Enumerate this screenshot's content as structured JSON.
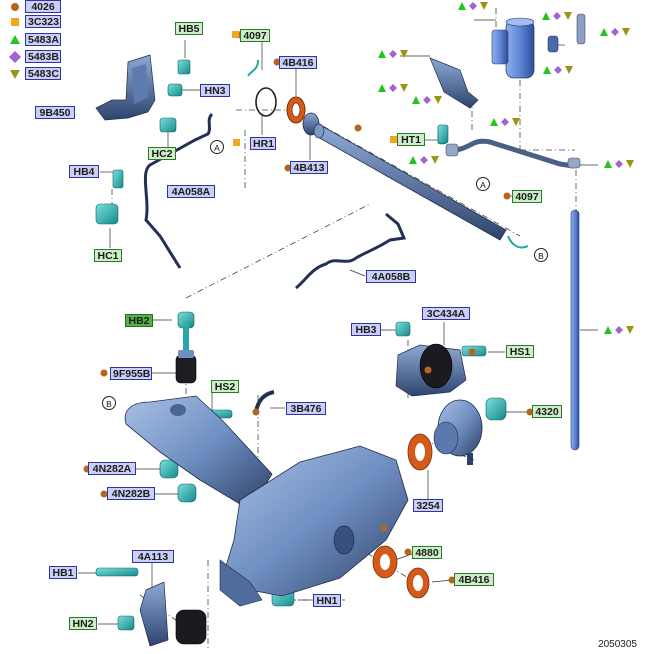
{
  "legend": [
    {
      "symbol": "circle-brown",
      "code": "4026"
    },
    {
      "symbol": "square-orange",
      "code": "3C323"
    },
    {
      "symbol": "triangle-green",
      "code": "5483A"
    },
    {
      "symbol": "diamond-purple",
      "code": "5483B"
    },
    {
      "symbol": "triangle-down-olive",
      "code": "5483C"
    }
  ],
  "labels": {
    "hb5": "HB5",
    "hn3": "HN3",
    "l9b450": "9B450",
    "hc2": "HC2",
    "hb4": "HB4",
    "hc1": "HC1",
    "l4a058a": "4A058A",
    "l4097a": "4097",
    "l4b416a": "4B416",
    "hr1": "HR1",
    "l4b413": "4B413",
    "ht1": "HT1",
    "l4097b": "4097",
    "l4a058b": "4A058B",
    "hb2": "HB2",
    "l9f955b": "9F955B",
    "hs2": "HS2",
    "l3b476": "3B476",
    "hb3": "HB3",
    "l3c434a": "3C434A",
    "hs1": "HS1",
    "l4320": "4320",
    "l4n282a": "4N282A",
    "l4n282b": "4N282B",
    "l3254": "3254",
    "l4880": "4880",
    "hb1": "HB1",
    "l4a113": "4A113",
    "l4b416b": "4B416",
    "hn2": "HN2",
    "hn1": "HN1"
  },
  "callouts": {
    "a1": "A",
    "a2": "A",
    "b1": "B",
    "b2": "B"
  },
  "reference": "2050305",
  "colors": {
    "part_blue": "#6f8fc2",
    "part_dark": "#2d3f66",
    "teal": "#29b3b3",
    "seal_orange": "#d45a1a",
    "brown": "#b5651d",
    "orange": "#f2a51e",
    "green": "#22c322",
    "purple": "#a064d6",
    "olive": "#9a9418"
  }
}
